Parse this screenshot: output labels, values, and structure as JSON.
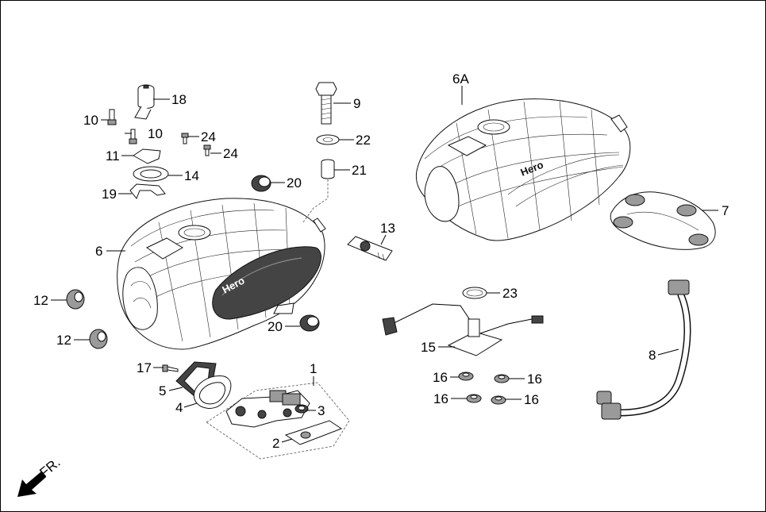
{
  "diagram": {
    "labels": {
      "p1": "1",
      "p2": "2",
      "p3": "3",
      "p4": "4",
      "p5": "5",
      "p6": "6",
      "p6a": "6A",
      "p7": "7",
      "p8": "8",
      "p9": "9",
      "p10a": "10",
      "p10b": "10",
      "p11": "11",
      "p12a": "12",
      "p12b": "12",
      "p13": "13",
      "p14": "14",
      "p15": "15",
      "p16a": "16",
      "p16b": "16",
      "p16c": "16",
      "p16d": "16",
      "p17": "17",
      "p18": "18",
      "p19": "19",
      "p20a": "20",
      "p20b": "20",
      "p21": "21",
      "p22": "22",
      "p23": "23",
      "p24a": "24",
      "p24b": "24"
    },
    "brand_text": "Hero",
    "direction_label": "FR."
  }
}
